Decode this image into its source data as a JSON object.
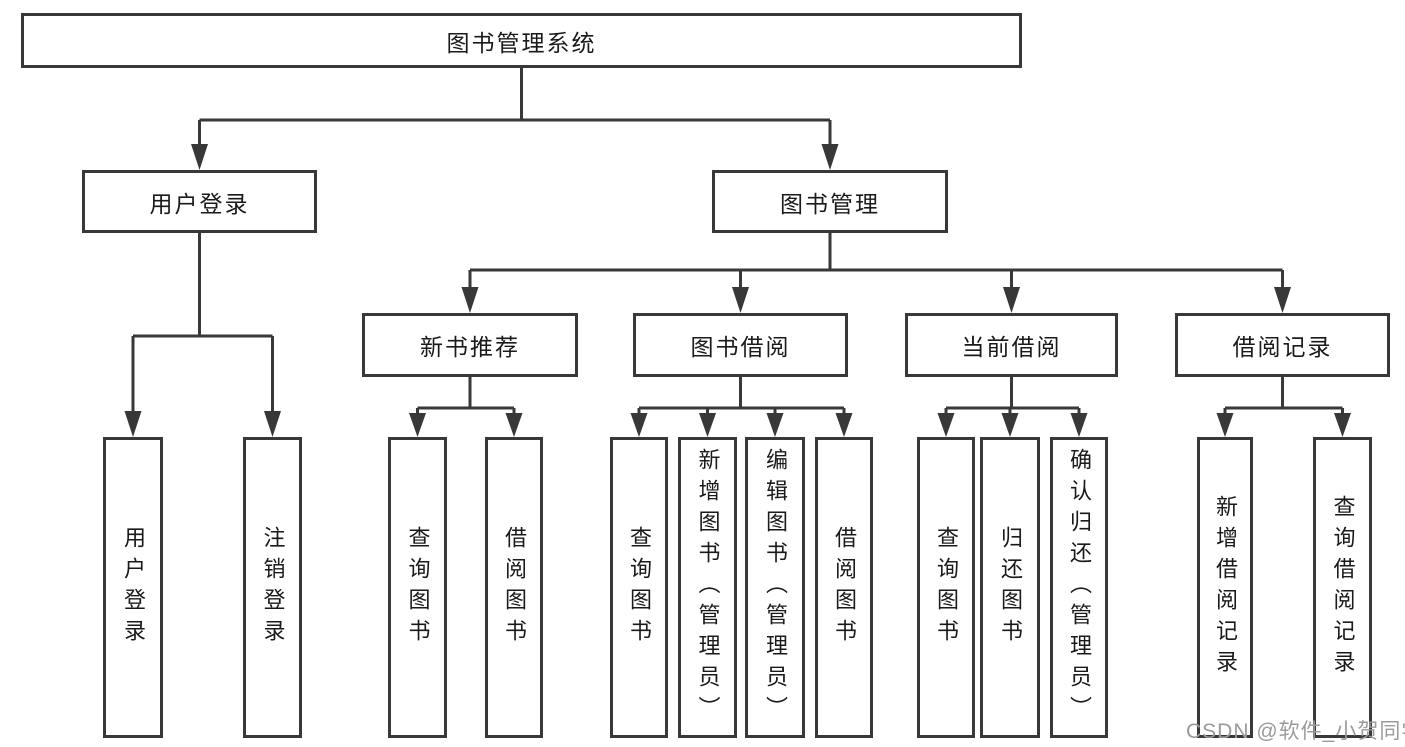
{
  "diagram_type": "hierarchy-tree",
  "tree": {
    "label": "图书管理系统",
    "children": [
      {
        "label": "用户登录",
        "children": [
          {
            "label": "用户登录"
          },
          {
            "label": "注销登录"
          }
        ]
      },
      {
        "label": "图书管理",
        "children": [
          {
            "label": "新书推荐",
            "children": [
              {
                "label": "查询图书"
              },
              {
                "label": "借阅图书"
              }
            ]
          },
          {
            "label": "图书借阅",
            "children": [
              {
                "label": "查询图书"
              },
              {
                "label": "新增图书（管理员）"
              },
              {
                "label": "编辑图书（管理员）"
              },
              {
                "label": "借阅图书"
              }
            ]
          },
          {
            "label": "当前借阅",
            "children": [
              {
                "label": "查询图书"
              },
              {
                "label": "归还图书"
              },
              {
                "label": "确认归还（管理员）"
              }
            ]
          },
          {
            "label": "借阅记录",
            "children": [
              {
                "label": "新增借阅记录"
              },
              {
                "label": "查询借阅记录"
              }
            ]
          }
        ]
      }
    ]
  },
  "watermark": {
    "text": "CSDN @软件_小贺同学"
  },
  "colors": {
    "line": "#383838",
    "box_border": "#383838",
    "text": "#1a1a1a",
    "background": "#ffffff",
    "watermark": "#9b9b9b"
  }
}
